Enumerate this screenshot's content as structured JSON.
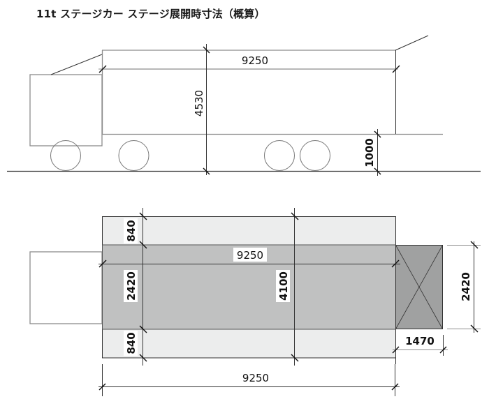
{
  "title": "11t ステージカー ステージ展開時寸法（概算）",
  "colors": {
    "outline_gray": "#8c8c8c",
    "line_dark": "#333333",
    "wing_fill": "#eceded",
    "core_fill": "#c0c1c1",
    "extension_fill": "#a0a1a1",
    "label_bg": "#ffffff"
  },
  "side_view": {
    "label": "side-elevation",
    "dimensions": {
      "stage_length": "9250",
      "total_height": "4530",
      "deck_height": "1000"
    }
  },
  "plan_view": {
    "label": "plan-view",
    "dimensions": {
      "wing_top_width": "840",
      "wing_bottom_width": "840",
      "core_width": "2420",
      "total_width": "4100",
      "core_length": "9250",
      "overall_length": "9250",
      "extension_width": "2420",
      "extension_length": "1470"
    }
  }
}
